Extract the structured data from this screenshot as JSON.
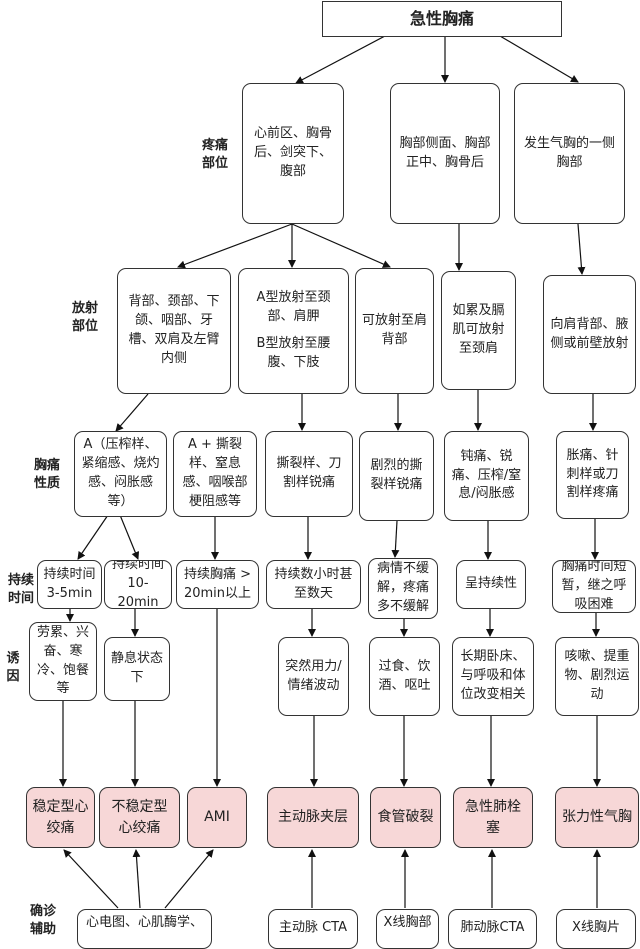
{
  "title": "急性胸痛",
  "row_labels": {
    "location": "疼痛\n部位",
    "radiation": "放射\n部位",
    "nature": "胸痛\n性质",
    "duration": "持续\n时间",
    "trigger": "诱\n因",
    "diagnosis": "确诊\n辅助"
  },
  "location": {
    "front": "心前区、胸骨后、剑突下、腹部",
    "side": "胸部侧面、胸部正中、胸骨后",
    "pneumo": "发生气胸的一侧胸部"
  },
  "radiation": {
    "angina": "背部、颈部、下颌、咽部、牙槽、双肩及左臂内侧",
    "dissection_a": "A型放射至颈部、肩胛",
    "dissection_b": "B型放射至腰腹、下肢",
    "esophagus": "可放射至肩背部",
    "pe": "如累及膈肌可放射至颈肩",
    "pneumo": "向肩背部、腋侧或前壁放射"
  },
  "nature": {
    "a": "A（压榨样、紧缩感、烧灼感、闷胀感等）",
    "a_plus": "A + 撕裂样、窒息感、咽喉部梗阻感等",
    "dissection": "撕裂样、刀割样锐痛",
    "esophagus": "剧烈的撕裂样锐痛",
    "pe": "钝痛、锐痛、压榨/窒息/闷胀感",
    "pneumo": "胀痛、针刺样或刀割样疼痛"
  },
  "duration": {
    "stable": "持续时间3-5min",
    "unstable": "持续时间10-20min",
    "ami": "持续胸痛 > 20min以上",
    "dissection": "持续数小时甚至数天",
    "esophagus": "病情不缓解，疼痛多不缓解",
    "pe": "呈持续性",
    "pneumo": "胸痛时间短暂，继之呼吸困难"
  },
  "trigger": {
    "stable": "劳累、兴奋、寒冷、饱餐等",
    "unstable": "静息状态下",
    "dissection": "突然用力/情绪波动",
    "esophagus": "过食、饮酒、呕吐",
    "pe": "长期卧床、与呼吸和体位改变相关",
    "pneumo": "咳嗽、提重物、剧烈运动"
  },
  "diagnosis": {
    "stable": "稳定型心绞痛",
    "unstable": "不稳定型心绞痛",
    "ami": "AMI",
    "dissection": "主动脉夹层",
    "esophagus": "食管破裂",
    "pe": "急性肺栓塞",
    "pneumo": "张力性气胸"
  },
  "aux": {
    "cardiac": "心电图、心肌酶学、",
    "dissection": "主动脉 CTA",
    "esophagus": "X线胸部",
    "pe": "肺动脉CTA",
    "pneumo": "X线胸片"
  }
}
